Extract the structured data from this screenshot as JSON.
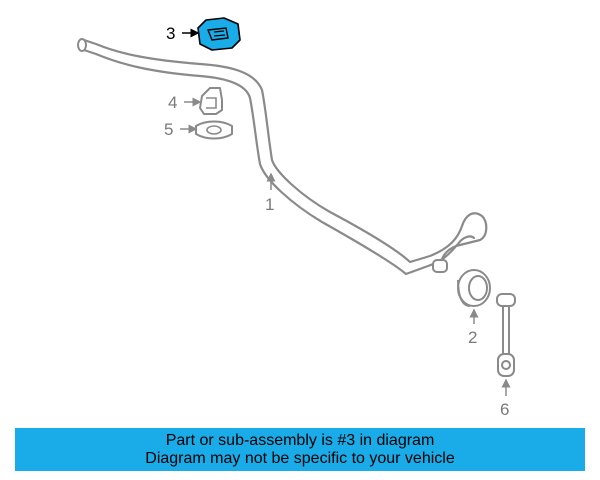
{
  "diagram": {
    "callouts": [
      {
        "id": "1",
        "label": "1"
      },
      {
        "id": "2",
        "label": "2"
      },
      {
        "id": "3",
        "label": "3"
      },
      {
        "id": "4",
        "label": "4"
      },
      {
        "id": "5",
        "label": "5"
      },
      {
        "id": "6",
        "label": "6"
      }
    ],
    "highlight_color": "#1aace8",
    "line_color": "#8a8a8a"
  },
  "banner": {
    "line1": "Part or sub-assembly is #3 in diagram",
    "line2": "Diagram may not be specific to your vehicle",
    "background": "#1aace8"
  }
}
